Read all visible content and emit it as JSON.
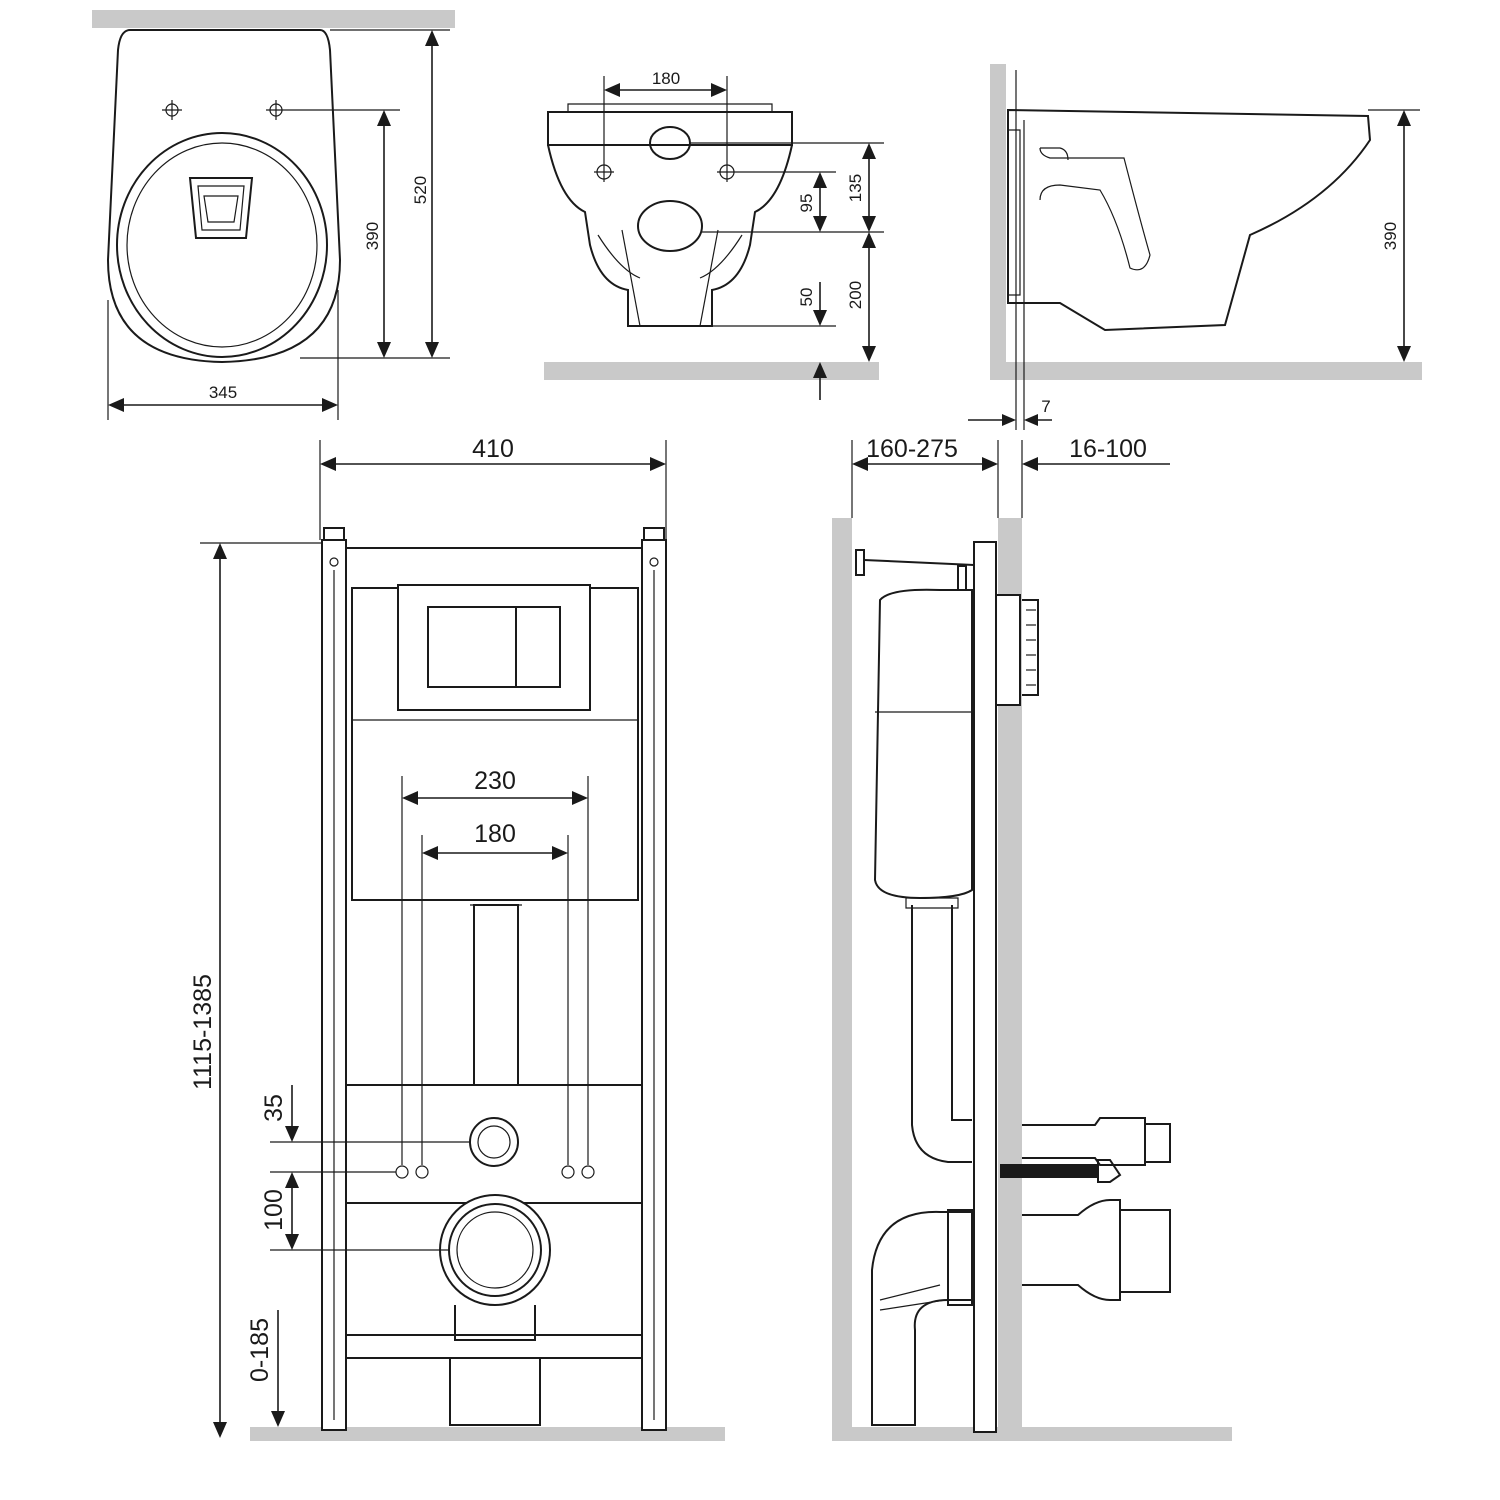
{
  "top_views": {
    "plan": {
      "width": "345",
      "height_total": "520",
      "height_to_holes": "390"
    },
    "front": {
      "hole_spacing": "180",
      "to_upper_holes": "135",
      "upper_to_outlet": "95",
      "outlet_to_floor": "200",
      "bottom_gap": "50"
    },
    "side": {
      "height": "390",
      "wall_gap": "7"
    }
  },
  "frame_front": {
    "width": "410",
    "frame_height": "1115-1385",
    "bolt_span_outer": "230",
    "bolt_span_inner": "180",
    "inlet_offset": "35",
    "outlet_offset": "100",
    "floor_range": "0-185"
  },
  "frame_side": {
    "depth_range": "160-275",
    "wall_thickness": "16-100"
  },
  "colors": {
    "line": "#1a1a1a",
    "wall": "#c9c9c9",
    "background": "#ffffff"
  }
}
